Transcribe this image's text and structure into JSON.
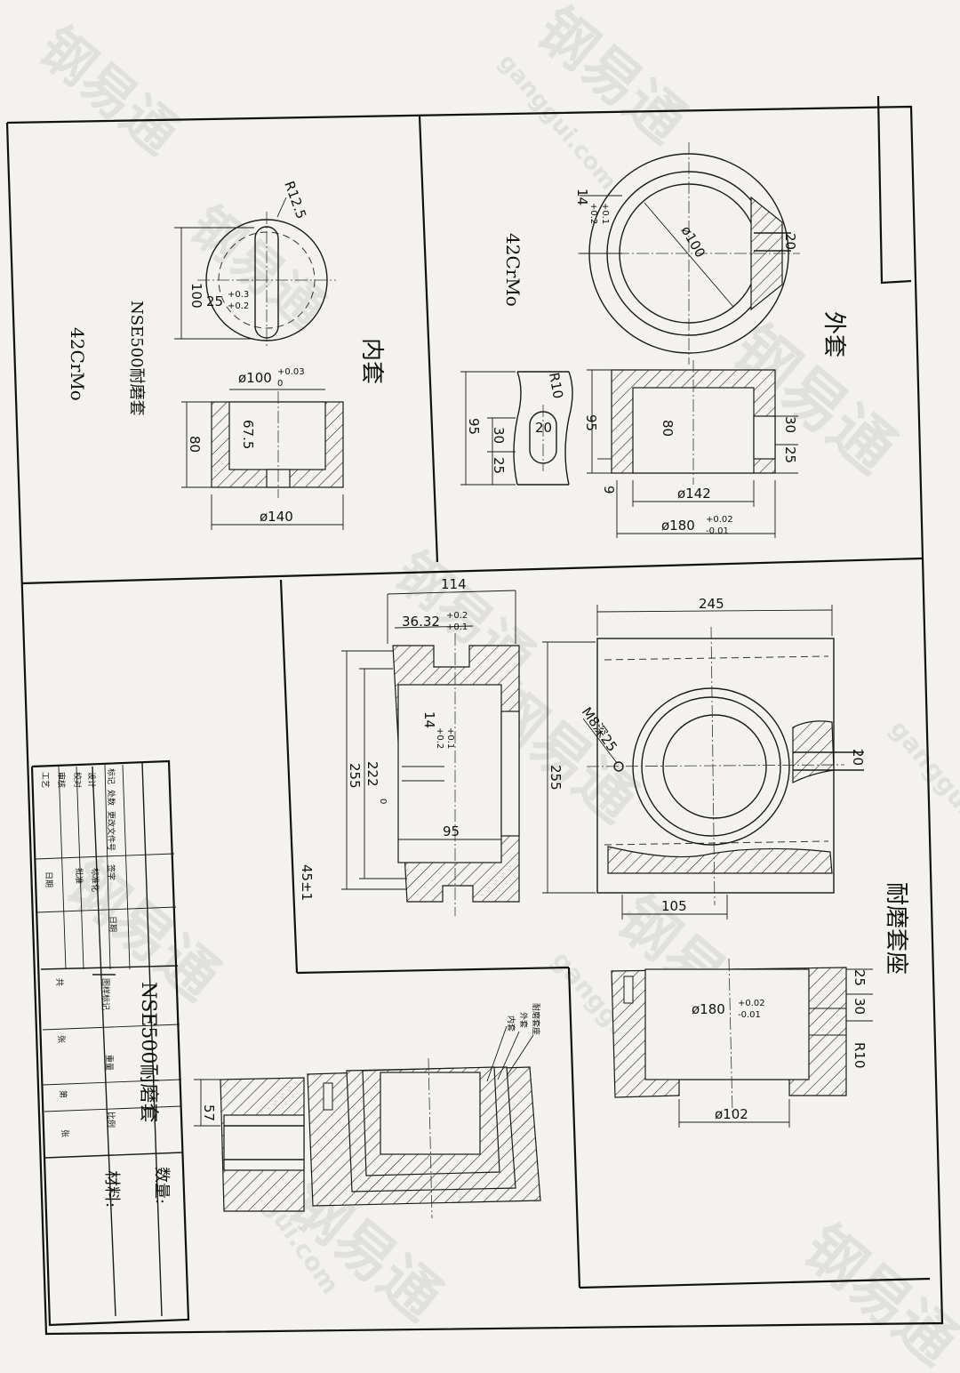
{
  "watermark": {
    "brand": "钢易通",
    "domain": "ganggui.com"
  },
  "inner_sleeve": {
    "title": "内套",
    "material": "42CrMo",
    "part_name": "NSE500耐磨套",
    "dims": {
      "r12_5": "R12.5",
      "d100_label": "100",
      "slot": "25",
      "slot_tol_up": "+0.3",
      "slot_tol_low": "+0.2",
      "bore": "ø100",
      "bore_tol_up": "+0.03",
      "bore_tol_low": "0",
      "h80": "80",
      "h67_5": "67.5",
      "od140": "ø140"
    }
  },
  "outer_sleeve": {
    "title": "外套",
    "material": "42CrMo",
    "dims": {
      "keyway": "14",
      "keyway_tol_up": "+0.2",
      "keyway_tol_low": "+0.1",
      "d100": "ø100",
      "w20": "20",
      "r10": "R10",
      "slot20": "20",
      "h95_left": "95",
      "h30_left": "30",
      "h25_left": "25",
      "h95": "95",
      "h80": "80",
      "h30": "30",
      "h25": "25",
      "h9": "9",
      "d142": "ø142",
      "od180": "ø180",
      "od180_tol_up": "+0.02",
      "od180_tol_low": "-0.01"
    }
  },
  "sleeve_seat": {
    "title": "耐磨套座",
    "dims": {
      "w114": "114",
      "d36": "36.32",
      "d36_tol_up": "+0.2",
      "d36_tol_low": "+0.1",
      "k14": "14",
      "k14_tol_up": "+0.2",
      "k14_tol_low": "+0.1",
      "h222": "222",
      "h222_tol": "0",
      "h255_left": "255",
      "w95": "95",
      "angle": "45±1",
      "w245": "245",
      "h255": "255",
      "m8": "M8深25",
      "w20": "20",
      "w105": "105",
      "h25": "25",
      "h30": "30",
      "bore180": "ø180",
      "bore180_tol_up": "+0.02",
      "bore180_tol_low": "-0.01",
      "r10": "R10",
      "d102": "ø102"
    }
  },
  "assembly": {
    "dim57": "57",
    "labels": [
      "耐磨套座",
      "外套",
      "内套"
    ]
  },
  "title_block": {
    "part_name": "NSE500耐磨套",
    "qty_label": "数量:",
    "material_label": "材料:",
    "row_labels": [
      "标记",
      "处数",
      "更改文件号",
      "签字",
      "日期"
    ],
    "role_labels": [
      "设计",
      "校对",
      "审核",
      "工艺",
      "标准化",
      "批准"
    ],
    "mark_labels": [
      "图样标记",
      "重量",
      "比例"
    ],
    "sheet_labels": [
      "共",
      "张",
      "第",
      "张"
    ],
    "date_label": "日期"
  }
}
